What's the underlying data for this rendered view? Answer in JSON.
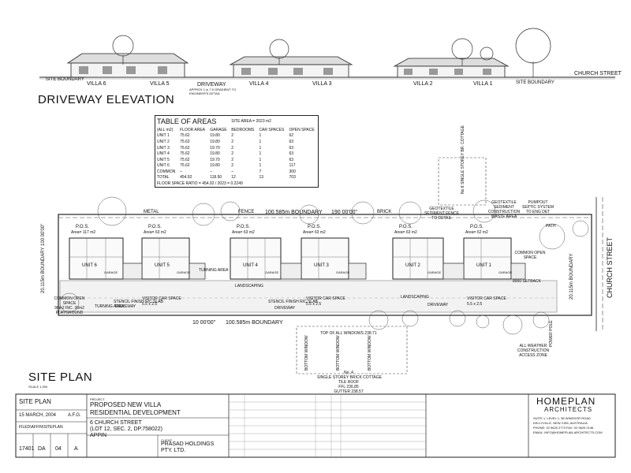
{
  "elevation": {
    "title": "DRIVEWAY ELEVATION",
    "site_boundary_left": "SITE BOUNDARY",
    "site_boundary_right": "SITE BOUNDARY",
    "street": "CHURCH STREET",
    "villa_labels": [
      "VILLA 6",
      "VILLA 5",
      "VILLA 4",
      "VILLA 3",
      "VILLA 2",
      "VILLA 1"
    ],
    "driveway_label": "DRIVEWAY",
    "driveway_note": "APPROX 1 in 7.5 GRADIENT TO ENGINEER'S DETAIL"
  },
  "table_of_areas": {
    "title": "TABLE OF AREAS",
    "site_area": "SITE AREA = 2023 m2",
    "headers": [
      "(ALL m2)",
      "FLOOR AREA",
      "GARAGE",
      "BEDROOMS",
      "CAR SPACES",
      "OPEN SPACE"
    ],
    "rows": [
      [
        "UNIT 1",
        "75.62",
        "19.80",
        "2",
        "1",
        "62"
      ],
      [
        "UNIT 2",
        "75.62",
        "19.80",
        "2",
        "1",
        "63"
      ],
      [
        "UNIT 3",
        "75.62",
        "19.70",
        "2",
        "1",
        "63"
      ],
      [
        "UNIT 4",
        "75.62",
        "19.80",
        "2",
        "1",
        "63"
      ],
      [
        "UNIT 5",
        "75.62",
        "19.70",
        "2",
        "1",
        "63"
      ],
      [
        "UNIT 6",
        "75.62",
        "19.80",
        "2",
        "1",
        "117"
      ],
      [
        "COMMON",
        "–",
        "–",
        "–",
        "7",
        "300"
      ],
      [
        "TOTAL",
        "454.92",
        "118.50",
        "12",
        "13",
        "703"
      ]
    ],
    "fsr": "FLOOR SPACE RATIO = 454.92 / 2023 = 0.2249"
  },
  "site_plan": {
    "title": "SITE PLAN",
    "scale": "SCALE 1:200",
    "top_boundary": "100.585m BOUNDARY",
    "top_bearing": "190 00'00\"",
    "bottom_boundary": "100.585m BOUNDARY",
    "bottom_bearing": "10 00'00\"",
    "left_boundary": "20.115m BOUNDARY 100 00'00\"",
    "right_boundary": "20.115m BOUNDARY",
    "street": "CHURCH STREET",
    "fence": "FENCE",
    "metal": "METAL",
    "brick": "BRICK",
    "pos_labels": [
      "P.O.S.",
      "P.O.S.",
      "P.O.S.",
      "P.O.S.",
      "P.O.S.",
      "P.O.S."
    ],
    "pos_areas": [
      "Area= 117 m2",
      "Area= 63 m2",
      "Area= 63 m2",
      "Area= 63 m2",
      "Area= 63 m2",
      "Area= 62 m2"
    ],
    "unit_labels": [
      "UNIT 6",
      "UNIT 5",
      "UNIT 4",
      "UNIT 3",
      "UNIT 2",
      "UNIT 1"
    ],
    "garage": "GARAGE",
    "turning_area": "TURNING AREA",
    "visitor_car_space": "VISITOR CAR SPACE",
    "visitor_dims": "5.5 x 2.5",
    "landscaping": "LANDSCAPING",
    "driveway": "DRIVEWAY",
    "stencil": "STENCIL FINISH R/C SLAB",
    "common_open_space_left": "COMMON OPEN SPACE",
    "cos_left_note": "96m2 INC. 30m2 PLAYGROUND",
    "common_open_space_right": "COMMON OPEN SPACE",
    "cottage_top": "No 8 SINGLE STOREY BR. COTTAGE",
    "cottage_bottom_1": "No. 4",
    "cottage_bottom_2": "SINGLE STOREY BRICK COTTAGE",
    "cottage_bottom_3": "TILE ROOF",
    "cottage_bottom_4": "FFL 236.85",
    "cottage_bottom_5": "GUTTER 238.57",
    "top_of_windows": "TOP OF ALL WINDOWS 238.71",
    "bottom_window": "BOTTOM WINDOW",
    "geotextile": "GEOTEXTILE SEDIMENT FENCE TO DETAIL",
    "geotextile_waste": "GEOTEXTILE SEDIMENT CONSTRUCTION WASTE AREA",
    "pumpout": "PUMPOUT SEPTIC SYSTEM TO ENG DET",
    "weather": "ALL WEATHER CONSTRUCTION ACCESS ZONE",
    "setback": "8000 SETBACK",
    "power_pole": "POWER POLE",
    "path": "PATH"
  },
  "title_block": {
    "drawing_title": "SITE PLAN",
    "date": "15 MARCH, 2004",
    "drawn": "A.F.G.",
    "file": "FILED\\AFFIN\\SITEPLAN",
    "sheet_codes": [
      "17401",
      "DA",
      "04",
      "A"
    ],
    "project_label": "PROJECT",
    "project_line1": "PROPOSED NEW VILLA",
    "project_line2": "RESIDENTIAL DEVELOPMENT",
    "address_line1": "6 CHURCH STREET",
    "address_line2": "(LOT 12, SEC. 2, DP.758022)",
    "address_line3": "APPIN",
    "client_label": "CLIENT",
    "client_line1": "PRASAD HOLDINGS",
    "client_line2": "PTY. LTD.",
    "firm_line1": "HOMEPLAN",
    "firm_line2": "ARCHITECTS",
    "firm_addr1": "SUITE 1, LEVEL 1, 58 WINDSOR ROAD",
    "firm_addr2": "KELLYVILLE, NEW 2155, AUSTRALIA",
    "firm_phone": "PHONE: 02 9629 2773   FAX: 02 9629 2146",
    "firm_email": "EMAIL: INFO@HOMEPLAN-ARCHITECTS.COM"
  }
}
